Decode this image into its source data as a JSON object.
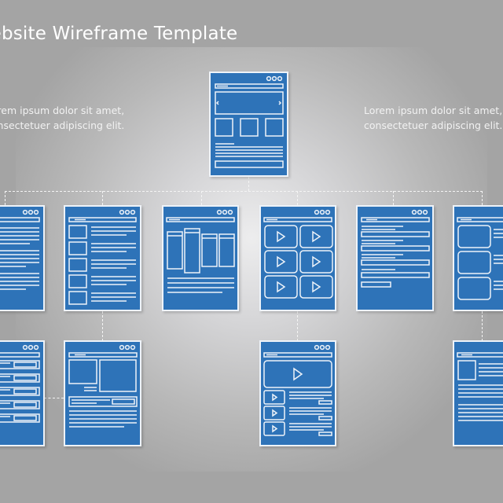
{
  "title": "Website Wireframe Template",
  "descriptions": {
    "left": [
      "Lorem ipsum dolor sit amet,",
      "consectetuer adipiscing elit."
    ],
    "right": [
      "Lorem ipsum dolor sit amet,",
      "consectetuer adipiscing elit."
    ]
  },
  "colors": {
    "background": "#a4a4a4",
    "card_fill": "#2e73b8",
    "card_stroke": "#eef3f9",
    "connector": "#f4f4f4"
  },
  "root": {
    "name": "home-page",
    "type": "home-carousel-three-tiles"
  },
  "level1": [
    {
      "name": "text-article",
      "type": "text-only"
    },
    {
      "name": "thumbnail-list",
      "type": "image-list"
    },
    {
      "name": "gallery-columns",
      "type": "column-blocks"
    },
    {
      "name": "video-grid",
      "type": "video-thumbnails-grid"
    },
    {
      "name": "form-page",
      "type": "form-fields"
    },
    {
      "name": "media-list",
      "type": "media-with-text"
    }
  ],
  "level2": [
    {
      "name": "form-list",
      "type": "label-field-rows",
      "parent": "text-article"
    },
    {
      "name": "product-detail",
      "type": "image-detail",
      "parent": "thumbnail-list"
    },
    {
      "name": "video-player",
      "type": "video-with-playlist",
      "parent": "video-grid"
    },
    {
      "name": "profile-article",
      "type": "image-text-article",
      "parent": "media-list"
    }
  ],
  "icons": {
    "window_controls": "three-dots-icon",
    "play": "play-icon",
    "carousel_arrows": "chevron-icons"
  }
}
